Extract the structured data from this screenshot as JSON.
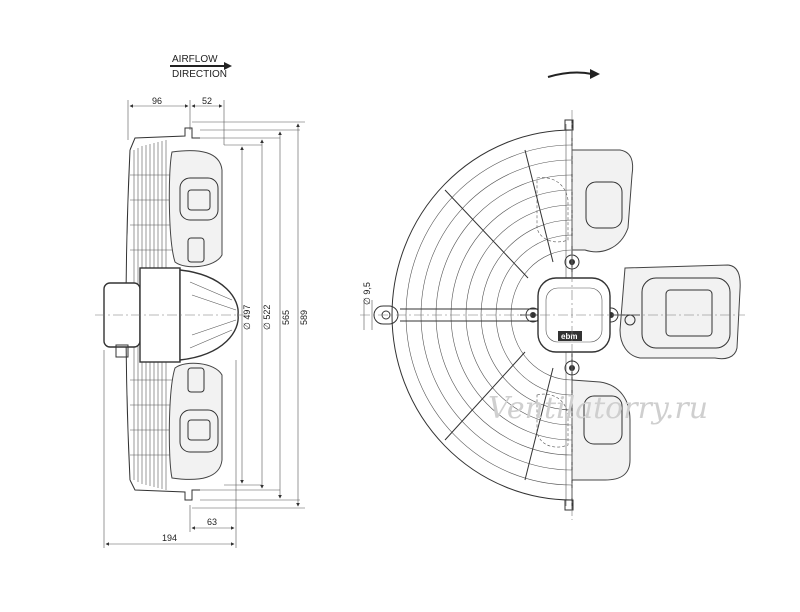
{
  "airflow_label": {
    "line1": "AIRFLOW",
    "line2": "DIRECTION"
  },
  "dimensions": {
    "top_left": "96",
    "top_right": "52",
    "bottom_63": "63",
    "bottom_194": "194",
    "d497": "∅ 497",
    "d522": "∅ 522",
    "h565": "565",
    "h589": "589",
    "d95": "∅ 9,5"
  },
  "motor_logo": "ebm",
  "watermark": "Ventilatorry.ru"
}
